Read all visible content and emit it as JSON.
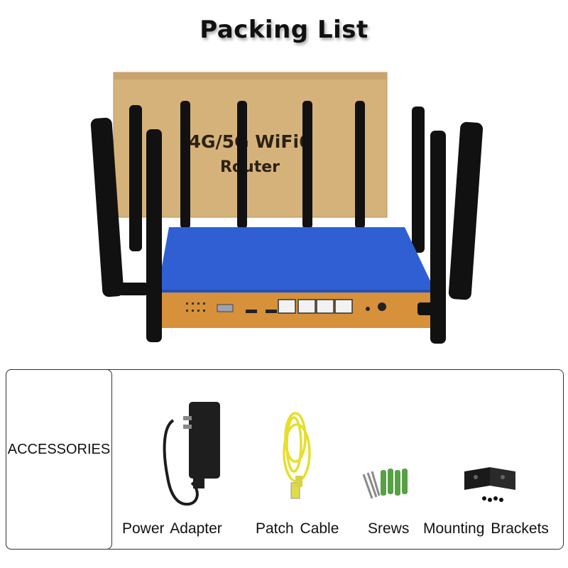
{
  "title": "Packing List",
  "box_text": {
    "line1": "4G/5G WiFi6",
    "line2": "Router"
  },
  "accessories_label": "ACCESSORIES",
  "items": [
    {
      "label": "Power Adapter"
    },
    {
      "label": "Patch Cable"
    },
    {
      "label": "Srews"
    },
    {
      "label": "Mounting Brackets"
    }
  ],
  "colors": {
    "router_top": "#2f5fd3",
    "router_front": "#d7913a",
    "box": "#d9b47d",
    "cable": "#e8e23a",
    "anchors": "#5a9a4a"
  }
}
